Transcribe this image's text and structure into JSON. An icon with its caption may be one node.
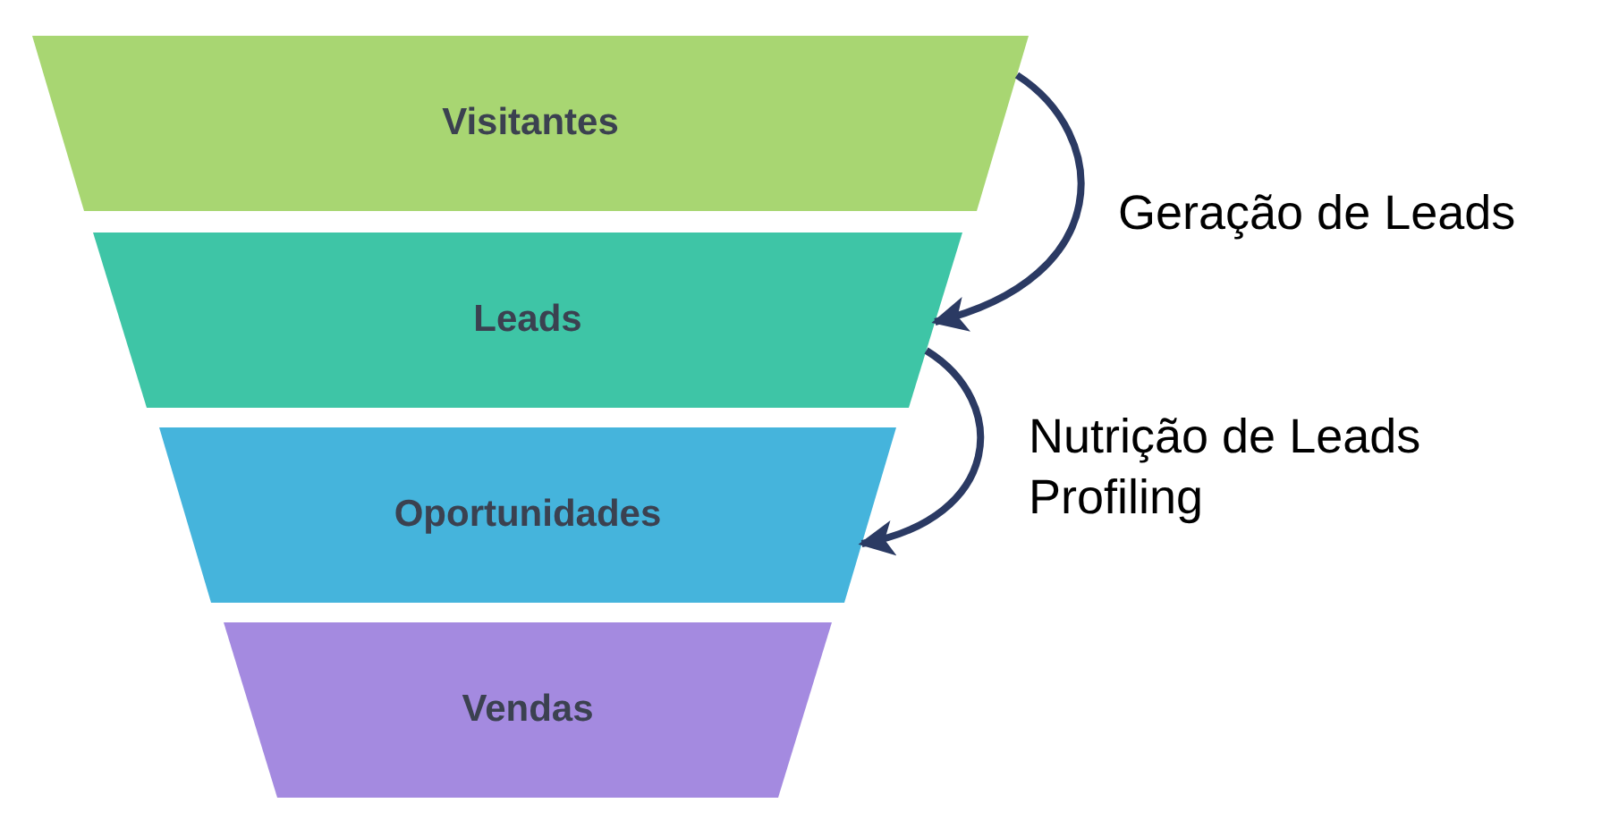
{
  "diagram": {
    "nodes": [
      {
        "text": [
          "Visitantes"
        ]
      },
      {
        "text": [
          "Leads"
        ]
      },
      {
        "text": [
          "Oportunidades"
        ]
      },
      {
        "text": [
          "Vendas"
        ]
      }
    ],
    "edges": [
      {
        "from": 0,
        "to": 1,
        "arrow": "to",
        "label": "Geração de Leads"
      },
      {
        "from": 1,
        "to": 2,
        "arrow": "to",
        "label": "Nutrição de Leads Profiling"
      }
    ]
  }
}
